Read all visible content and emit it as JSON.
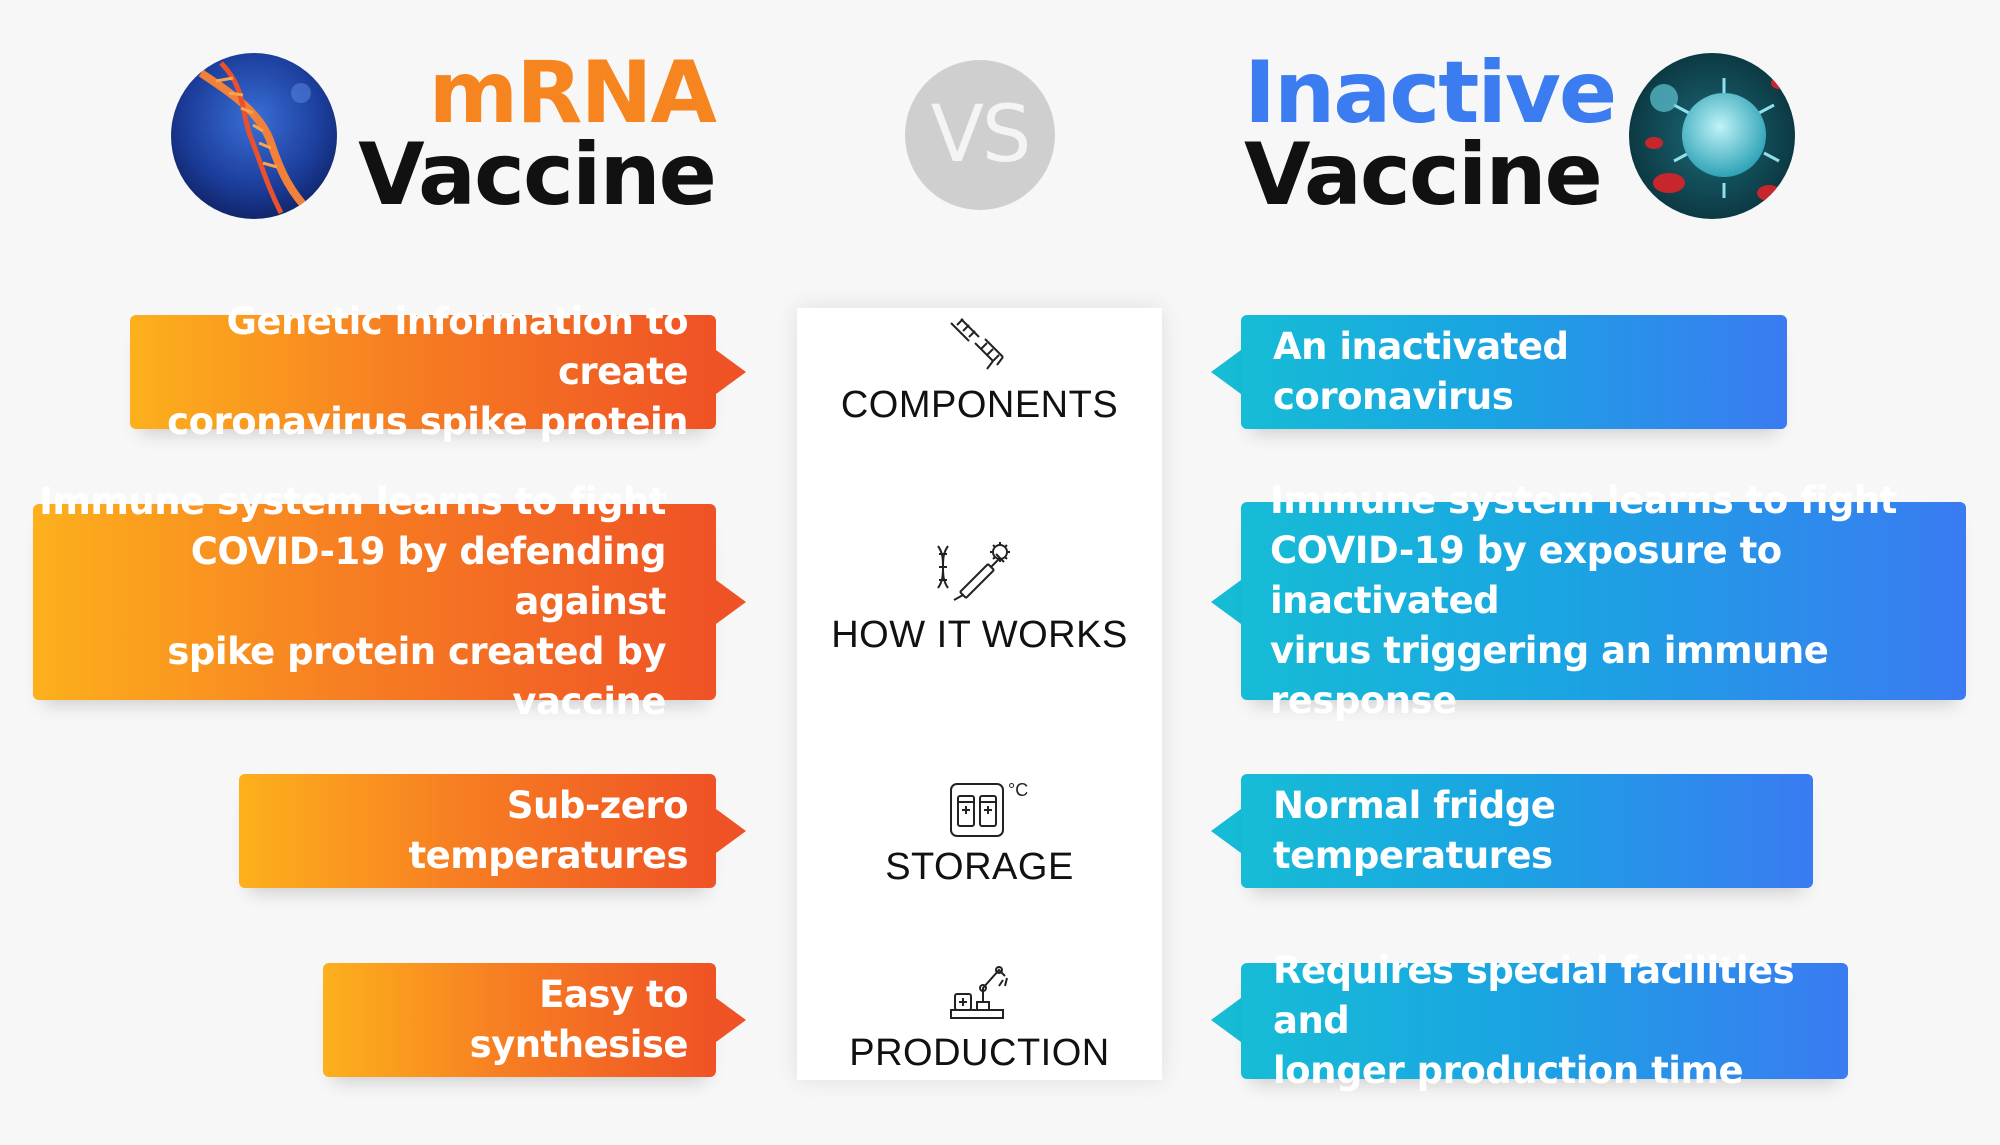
{
  "header": {
    "left_title_line1": "mRNA",
    "left_title_line2": "Vaccine",
    "vs": "VS",
    "right_title_line1": "Inactive",
    "right_title_line2": "Vaccine"
  },
  "colors": {
    "orange": "#f7851f",
    "blue": "#3b7cf0",
    "black": "#111111",
    "vs_gray": "#cfcfcf"
  },
  "categories": [
    {
      "label": "COMPONENTS",
      "icon": "dna-components-icon"
    },
    {
      "label": "HOW IT WORKS",
      "icon": "dna-syringe-virus-icon"
    },
    {
      "label": "STORAGE",
      "icon": "fridge-vials-icon"
    },
    {
      "label": "PRODUCTION",
      "icon": "robot-arm-icon"
    }
  ],
  "mrna": [
    "Genetic information to create\ncoronavirus spike protein",
    "Immune system learns to fight\nCOVID-19 by defending against\nspike protein created by vaccine",
    "Sub-zero temperatures",
    "Easy to synthesise"
  ],
  "inactive": [
    "An inactivated coronavirus",
    "Immune system learns to fight\nCOVID-19 by exposure to inactivated\nvirus triggering an immune response",
    "Normal fridge temperatures",
    "Requires special facilities and\nlonger production time"
  ],
  "storage_unit": "°C"
}
